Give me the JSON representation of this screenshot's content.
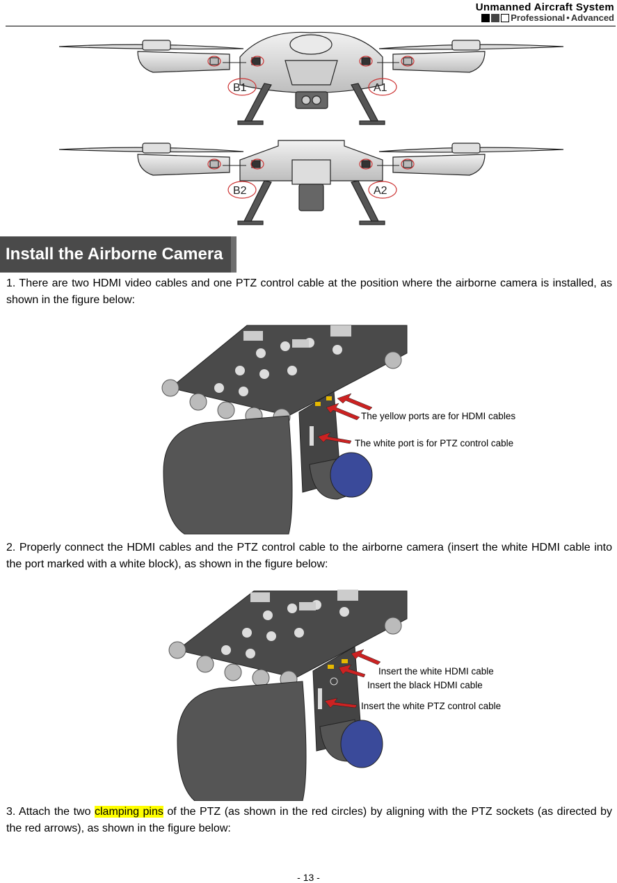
{
  "header": {
    "title": "Unmanned  Aircraft  System",
    "subtitle_a": "Professional",
    "separator": "•",
    "subtitle_b": "Advanced"
  },
  "drone_figure": {
    "top_labels": {
      "left": "B1",
      "right": "A1"
    },
    "bottom_labels": {
      "left": "B2",
      "right": "A2"
    }
  },
  "section": {
    "heading": "Install the Airborne Camera"
  },
  "step1": {
    "text": "1. There are two HDMI video cables and one PTZ control cable at the position where the airborne camera is installed, as shown in the figure below:",
    "callouts": [
      "The yellow ports are for HDMI cables",
      "The white port is for PTZ control cable"
    ]
  },
  "step2": {
    "text": "2. Properly connect the HDMI cables and the PTZ control cable to the airborne camera (insert the white HDMI cable into the port marked with a white block), as shown in the figure below:",
    "callouts": [
      "Insert the white HDMI cable",
      "Insert the black HDMI cable",
      "Insert the white PTZ control cable"
    ]
  },
  "step3": {
    "pre": "3. Attach the two ",
    "highlight": "clamping pins",
    "post": " of the PTZ (as shown in the red circles) by aligning with the PTZ sockets (as directed by the red arrows), as shown in the figure below:"
  },
  "footer": {
    "page": "- 13 -"
  },
  "colors": {
    "heading_bg": "#4a4a4a",
    "arrow": "#cc2222",
    "motor_blue": "#3a4a9a",
    "highlight": "#ffff00"
  }
}
